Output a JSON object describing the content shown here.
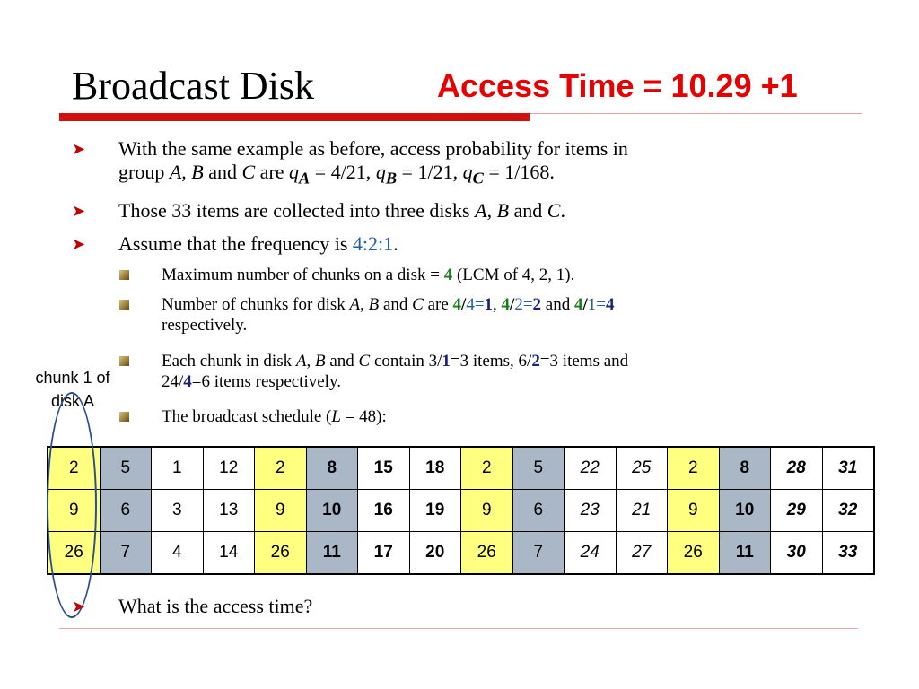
{
  "slide": {
    "title": "Broadcast Disk",
    "headline": "Access Time = 10.29 +1"
  },
  "bullets": {
    "b1_line1": "With the same example as before, access probability for items in",
    "b1_line2_part1": "group ",
    "b1_A": "A",
    "b1_sep1": ", ",
    "b1_B": "B",
    "b1_and": " and ",
    "b1_C": "C",
    "b1_are": " are ",
    "b1_q": "q",
    "b1_subA": "A",
    "b1_valA": " = 4/21, ",
    "b1_q2": "q",
    "b1_subB": "B",
    "b1_valB": " = 1/21, ",
    "b1_q3": "q",
    "b1_subC": "C",
    "b1_valC": " = 1/168.",
    "b2_part1": "Those 33 items are collected into three disks ",
    "b2_A": "A",
    "b2_sep": ", ",
    "b2_B": "B",
    "b2_and": " and ",
    "b2_C": "C",
    "b2_end": ".",
    "b3_part1": "Assume that the frequency is ",
    "b3_freq": "4:2:1",
    "b3_end": ".",
    "b4": "What is the access time?"
  },
  "subbullets": {
    "s1_part1": "Maximum number of chunks on a disk = ",
    "s1_num": "4",
    "s1_end": " (LCM of 4, 2, 1).",
    "s2_part1": "Number of chunks for disk ",
    "s2_A": "A",
    "s2_sep": ", ",
    "s2_B": "B",
    "s2_and": " and ",
    "s2_C": "C",
    "s2_are": " are ",
    "s2_a1": "4",
    "s2_a2": "/",
    "s2_a3": "4",
    "s2_a4": "=",
    "s2_a5": "1",
    "s2_c1": ", ",
    "s2_b1": "4",
    "s2_b2": "/",
    "s2_b3": "2",
    "s2_b4": "=",
    "s2_b5": "2",
    "s2_and2": " and ",
    "s2_d1": "4",
    "s2_d2": "/",
    "s2_d3": "1",
    "s2_d4": "=",
    "s2_d5": "4",
    "s2_line2": "respectively.",
    "s3_part1": "Each chunk in disk ",
    "s3_A": "A",
    "s3_sep": ", ",
    "s3_B": "B",
    "s3_and": " and ",
    "s3_C": "C",
    "s3_mid1": " contain 3/",
    "s3_n1": "1",
    "s3_mid2": "=3 items, 6/",
    "s3_n2": "2",
    "s3_mid3": "=3 items and",
    "s3_line2a": "24/",
    "s3_n3": "4",
    "s3_line2b": "=6 items respectively.",
    "s4_part1": "The broadcast schedule (",
    "s4_L": "L",
    "s4_end": " = 48):"
  },
  "callout": {
    "line1": "chunk 1 of",
    "line2": "disk A"
  },
  "schedule": {
    "rows": [
      [
        "2",
        "5",
        "1",
        "12",
        "2",
        "8",
        "15",
        "18",
        "2",
        "5",
        "22",
        "25",
        "2",
        "8",
        "28",
        "31"
      ],
      [
        "9",
        "6",
        "3",
        "13",
        "9",
        "10",
        "16",
        "19",
        "9",
        "6",
        "23",
        "21",
        "9",
        "10",
        "29",
        "32"
      ],
      [
        "26",
        "7",
        "4",
        "14",
        "26",
        "11",
        "17",
        "20",
        "26",
        "7",
        "24",
        "27",
        "26",
        "11",
        "30",
        "33"
      ]
    ],
    "column_fill": [
      "y",
      "g",
      "w",
      "w",
      "y",
      "g",
      "w",
      "w",
      "y",
      "g",
      "w",
      "w",
      "y",
      "g",
      "w",
      "w"
    ],
    "column_style": [
      "n",
      "n",
      "n",
      "n",
      "n",
      "b",
      "b",
      "b",
      "n",
      "n",
      "i",
      "i",
      "n",
      "b",
      "bi",
      "bi"
    ],
    "colors": {
      "disk_a": "#ffff80",
      "disk_b": "#a9b7c7",
      "disk_c": "#ffffff"
    }
  }
}
